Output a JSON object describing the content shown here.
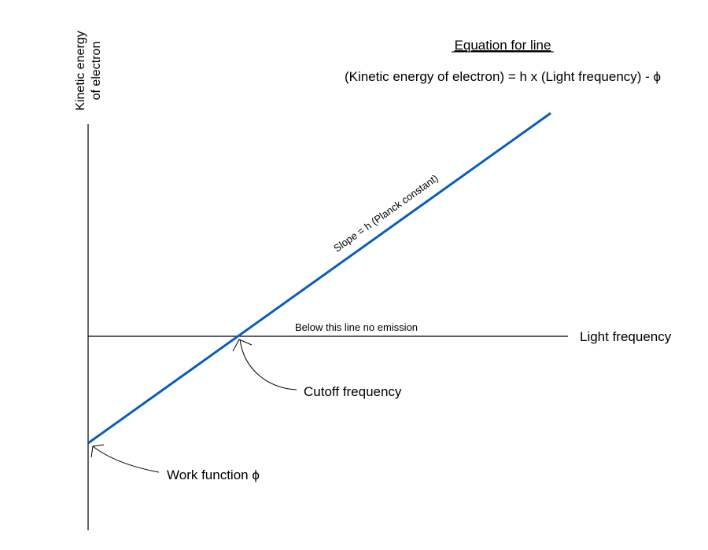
{
  "diagram": {
    "y_axis_label_line1": "Kinetic energy",
    "y_axis_label_line2": "of electron",
    "x_axis_label": "Light frequency",
    "equation_title": "Equation for line",
    "equation": "(Kinetic energy of electron) = h x (Light frequency) - ϕ",
    "slope_label": "Slope = h (Planck constant)",
    "threshold_label": "Below this line no emission",
    "cutoff_label": "Cutoff frequency",
    "work_function_label": "Work function ϕ",
    "colors": {
      "line": "#0b5cbe",
      "axis": "#000000"
    }
  }
}
